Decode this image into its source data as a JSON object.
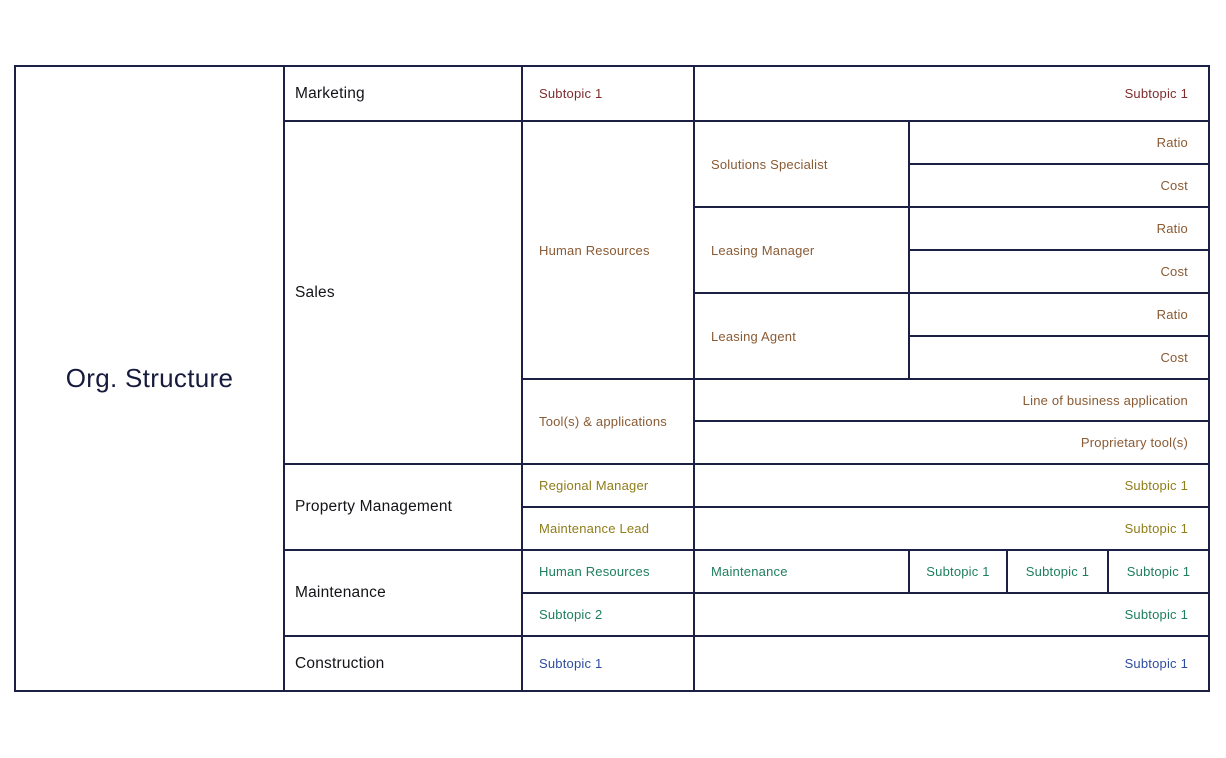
{
  "title": "Org. Structure",
  "branches": [
    {
      "label": "Marketing",
      "subtopic_left": "Subtopic 1",
      "subtopic_right": "Subtopic 1"
    },
    {
      "label": "Sales",
      "human_resources": {
        "label": "Human Resources",
        "roles": [
          {
            "label": "Solutions Specialist",
            "metrics": [
              "Ratio",
              "Cost"
            ]
          },
          {
            "label": "Leasing Manager",
            "metrics": [
              "Ratio",
              "Cost"
            ]
          },
          {
            "label": "Leasing Agent",
            "metrics": [
              "Ratio",
              "Cost"
            ]
          }
        ]
      },
      "tools": {
        "label": "Tool(s) & applications",
        "items": [
          "Line of business application",
          "Proprietary tool(s)"
        ]
      }
    },
    {
      "label": "Property Management",
      "rows": [
        {
          "label": "Regional Manager",
          "subtopic": "Subtopic 1"
        },
        {
          "label": "Maintenance Lead",
          "subtopic": "Subtopic 1"
        }
      ]
    },
    {
      "label": "Maintenance",
      "rows": [
        {
          "label": "Human Resources",
          "child": "Maintenance",
          "subtopics": [
            "Subtopic 1",
            "Subtopic 1",
            "Subtopic 1"
          ]
        },
        {
          "label": "Subtopic 2",
          "subtopic": "Subtopic 1"
        }
      ]
    },
    {
      "label": "Construction",
      "subtopic_left": "Subtopic 1",
      "subtopic_right": "Subtopic 1"
    }
  ],
  "colors": {
    "marketing": "#7f2c2e",
    "sales": "#8a5a33",
    "property_management": "#8f7d1a",
    "maintenance": "#1e7e5e",
    "construction": "#2e4c9e",
    "branch_text": "#131318",
    "title_text": "#161b3d",
    "grid_border": "#1b2044"
  }
}
